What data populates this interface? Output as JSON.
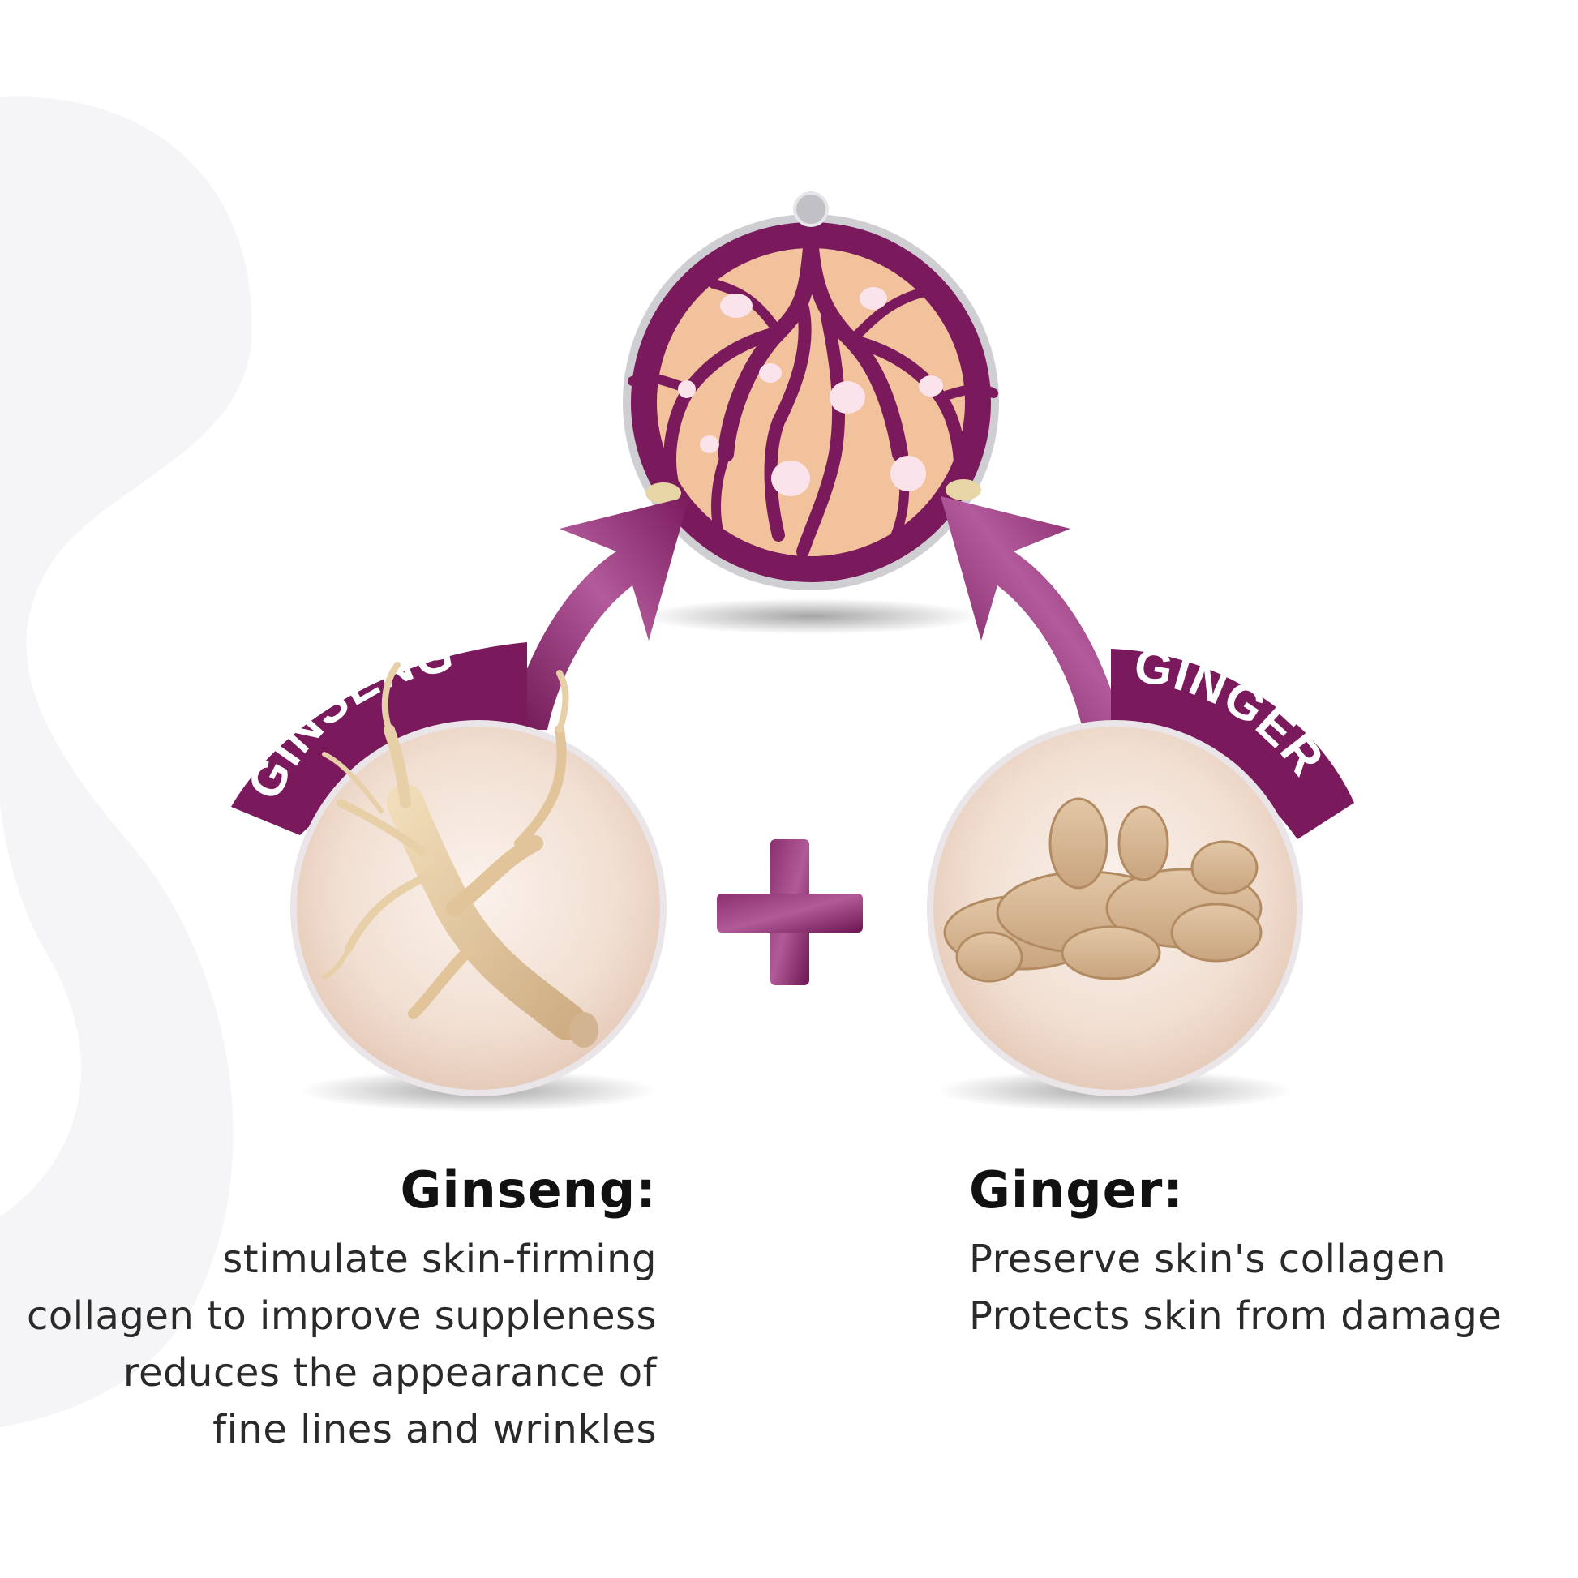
{
  "colors": {
    "purple": "#7a1a5c",
    "purple_light": "#a14a8a",
    "skin": "#f2c29c",
    "cell_spot": "#fbe3ec",
    "ring_grey": "#c8c8cc",
    "orb_bg": "#f3e2d6",
    "text_dark": "#1c1c1c"
  },
  "icons": {
    "center": "skin-collagen-network-icon",
    "ginseng": "ginseng-root-icon",
    "ginger": "ginger-root-icon",
    "plus": "plus-icon",
    "arrow": "curved-arrow-icon"
  },
  "labels": {
    "ginseng_banner": "GINSENG",
    "ginger_banner": "GINGER"
  },
  "ginseng": {
    "title": "Ginseng:",
    "lines": [
      "stimulate skin-firming",
      "collagen to improve suppleness",
      "reduces the appearance of",
      "fine lines and wrinkles"
    ]
  },
  "ginger": {
    "title": "Ginger:",
    "lines": [
      "Preserve skin's collagen",
      "Protects skin from damage"
    ]
  }
}
